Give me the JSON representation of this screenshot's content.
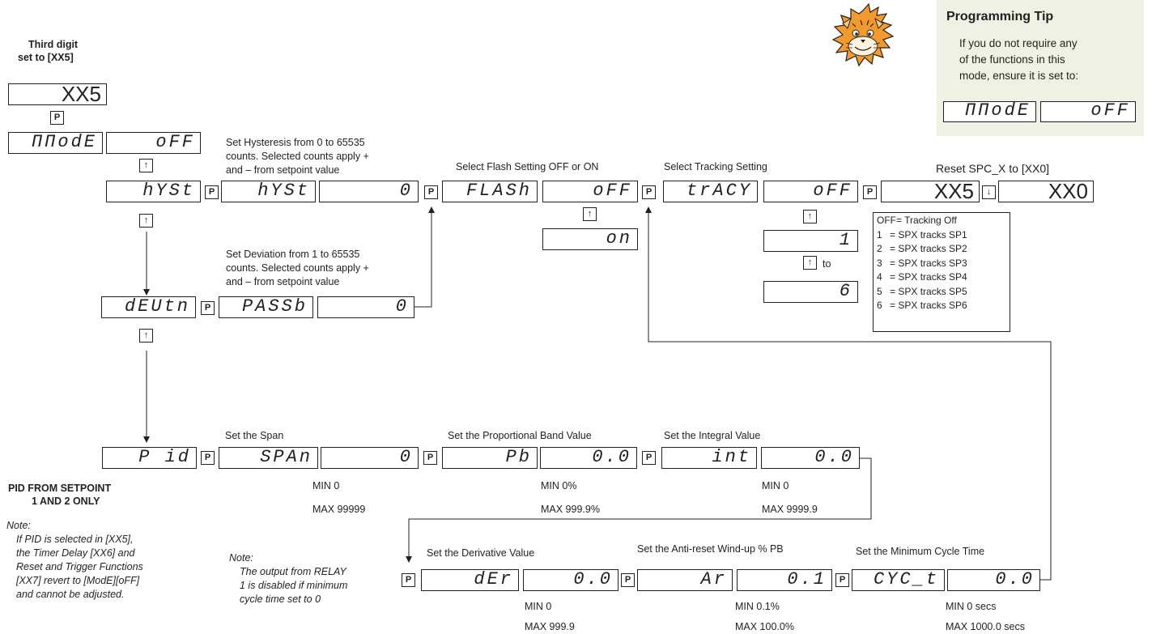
{
  "title": {
    "line1": "Third   digit",
    "line2": "set to [XX5]"
  },
  "tip": {
    "heading": "Programming Tip",
    "lines": [
      "If you do not require any",
      "of the functions in this",
      "mode, ensure it is set to:"
    ]
  },
  "keys": {
    "program": "P",
    "up": "↑",
    "down": "↓"
  },
  "displays": {
    "xx5": "XX5",
    "mode": "ΠΠodE",
    "off": "oFF",
    "hyst": "hYSt",
    "zero": "0",
    "flash": "FLASh",
    "on": "on",
    "track": "trACY",
    "one": "1",
    "six": "6",
    "xx0": "XX0",
    "devtn": "dEUtn",
    "passb": "PASSb",
    "pid": "P id",
    "span": "SPAn",
    "pb": "Pb",
    "dec00": "0.0",
    "int": "int",
    "der": "dEr",
    "ar": "Ar",
    "dec01": "0.1",
    "cyct": "CYC_t"
  },
  "labels": {
    "hyst": [
      "Set Hysteresis from 0 to 65535",
      "counts. Selected counts apply +",
      "and – from setpoint value"
    ],
    "flash": "Select Flash Setting OFF or ON",
    "tracking": "Select Tracking  Setting",
    "reset": "Reset SPC_X to [XX0]",
    "dev": [
      "Set Deviation from 1 to 65535",
      "counts. Selected counts apply +",
      "and – from setpoint value"
    ],
    "to": "to",
    "span": "Set the Span",
    "pb": "Set the Proportional Band Value",
    "int": "Set the Integral Value",
    "der": "Set the Derivative Value",
    "ar": "Set the Anti-reset Wind-up % PB",
    "cyc": "Set the Minimum Cycle Time",
    "pid_from": [
      "PID FROM SETPOINT",
      "1 AND 2 ONLY"
    ]
  },
  "tracking_options": [
    {
      "n": "",
      "text": "OFF= Tracking Off"
    },
    {
      "n": "1",
      "text": "= SPX tracks SP1"
    },
    {
      "n": "2",
      "text": "= SPX tracks SP2"
    },
    {
      "n": "3",
      "text": "= SPX tracks SP3"
    },
    {
      "n": "4",
      "text": "= SPX tracks SP4"
    },
    {
      "n": "5",
      "text": "= SPX tracks SP5"
    },
    {
      "n": "6",
      "text": "= SPX tracks SP6"
    }
  ],
  "limits": {
    "span": {
      "min": "MIN 0",
      "max": "MAX 99999"
    },
    "pb": {
      "min": "MIN 0%",
      "max": "MAX 999.9%"
    },
    "int": {
      "min": "MIN 0",
      "max": "MAX 9999.9"
    },
    "der": {
      "min": "MIN 0",
      "max": "MAX 999.9"
    },
    "ar": {
      "min": "MIN 0.1%",
      "max": "MAX 100.0%"
    },
    "cyc": {
      "min": "MIN 0 secs",
      "max": "MAX 1000.0 secs"
    }
  },
  "notes": {
    "left_heading": "Note:",
    "left": [
      "If PID is selected in [XX5],",
      "the Timer Delay [XX6] and",
      "Reset and Trigger Functions",
      "[XX7] revert to [ModE][oFF]",
      "and cannot be adjusted."
    ],
    "mid_heading": "Note:",
    "mid": [
      "The output from RELAY",
      "1 is disabled if minimum",
      "cycle time set to 0"
    ]
  },
  "colors": {
    "ink": "#231f20",
    "tip_bg": "#eef1e3",
    "tiger_orange": "#f29a2e"
  }
}
